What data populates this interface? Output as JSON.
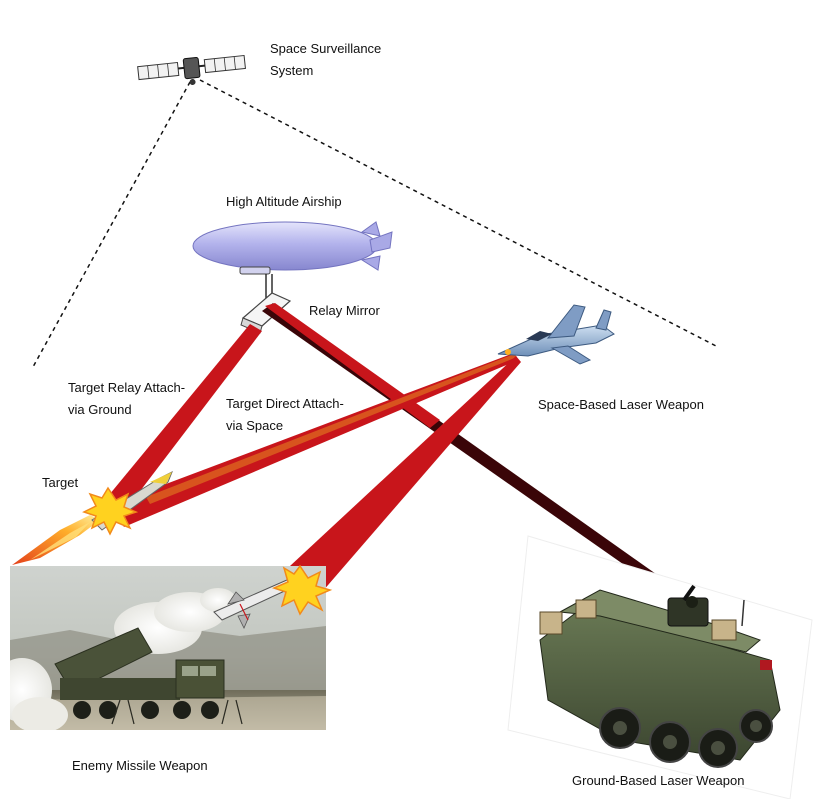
{
  "labels": {
    "satellite_line1": "Space Surveillance",
    "satellite_line2": "System",
    "airship": "High Altitude Airship",
    "relay_mirror": "Relay Mirror",
    "relay_attach_line1": "Target Relay Attach-",
    "relay_attach_line2": "via Ground",
    "direct_attach_line1": "Target Direct Attach-",
    "direct_attach_line2": "via Space",
    "space_weapon": "Space-Based Laser Weapon",
    "target": "Target",
    "enemy_missile": "Enemy Missile Weapon",
    "ground_weapon": "Ground-Based Laser Weapon"
  },
  "icons": {
    "satellite": "satellite-icon",
    "airship": "airship-icon",
    "mirror": "relay-mirror-icon",
    "jet": "fighter-jet-icon",
    "target_missile": "target-missile-icon",
    "interceptor": "interceptor-missile-icon",
    "launcher": "missile-launcher-photo",
    "vehicle": "armored-vehicle-photo"
  },
  "colors": {
    "beam_red": "#c8151b",
    "beam_dark": "#3a0508",
    "beam_orange": "#d8541e",
    "link_line": "#111111",
    "airship_body": "#a8a8e8",
    "jet_body": "#8aa8cc",
    "explosion": "#ffd21f"
  }
}
